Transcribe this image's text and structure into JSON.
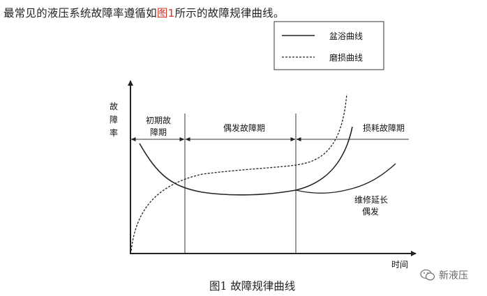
{
  "intro": {
    "before": "最常见的液压系统故障率遵循如",
    "ref": "图1",
    "after": "所示的故障规律曲线。"
  },
  "legend": {
    "bathtub_label": "盆浴曲线",
    "wear_label": "磨损曲线"
  },
  "axes": {
    "y_label": [
      "故",
      "障",
      "率"
    ],
    "x_label": "时间"
  },
  "phases": {
    "early": [
      "初期故",
      "障期"
    ],
    "random": "偶发故障期",
    "wearout": "损耗故障期"
  },
  "annotation": [
    "维修延长",
    "偶发"
  ],
  "caption": "图1  故障规律曲线",
  "watermark": "新液压",
  "colors": {
    "reference_red": "#d0342c",
    "line": "#222222"
  }
}
